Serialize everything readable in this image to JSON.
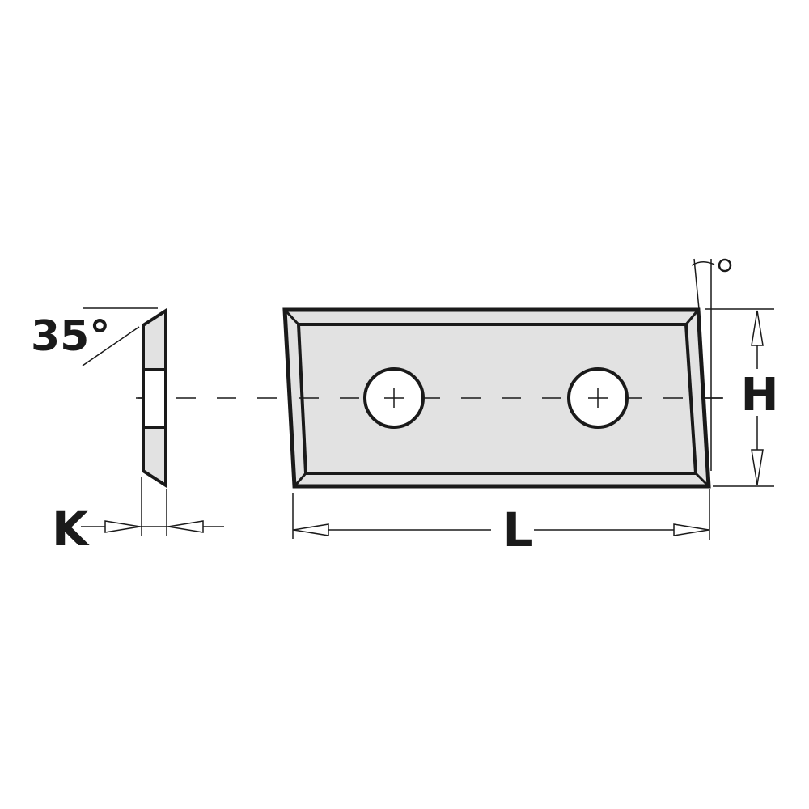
{
  "labels": {
    "angle_side": "35°",
    "thickness": "K",
    "length": "L",
    "height": "H",
    "angle_end": "°"
  },
  "colors": {
    "line": "#1a1a1a",
    "fill": "#e2e2e2",
    "background": "#ffffff"
  }
}
